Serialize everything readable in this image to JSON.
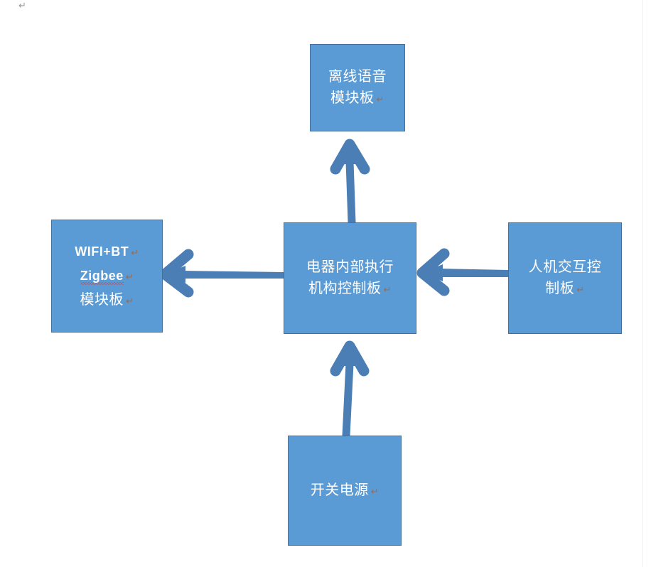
{
  "document": {
    "stray_paragraph_mark": "↵",
    "paragraph_mark": "↵"
  },
  "diagram": {
    "title": "",
    "type": "block-diagram",
    "colors": {
      "node_fill": "#5B9BD5",
      "node_border": "#41719C",
      "node_text": "#FFFFFF",
      "arrow": "#4A7EB5",
      "spellcheck_underline": "#E83030",
      "pilcrow": "#9C6B4E",
      "background": "#FFFFFF"
    },
    "nodes": [
      {
        "id": "voice",
        "label": "离线语音\n模块板",
        "lines": [
          "离线语音",
          "模块板"
        ],
        "mark": "↵",
        "position": "top"
      },
      {
        "id": "wireless",
        "lines": [
          "WIFI+BT",
          "Zigbee",
          "模块板"
        ],
        "line_marks": [
          "↵",
          "↵",
          "↵"
        ],
        "spellcheck_flagged": "Zigbee",
        "position": "left"
      },
      {
        "id": "core",
        "label": "电器内部执行\n机构控制板",
        "lines": [
          "电器内部执行",
          "机构控制板"
        ],
        "mark": "↵",
        "position": "center"
      },
      {
        "id": "hmi",
        "label": "人机交互控\n制板",
        "lines": [
          "人机交互控",
          "制板"
        ],
        "mark": "↵",
        "position": "right"
      },
      {
        "id": "power",
        "label": "开关电源",
        "lines": [
          "开关电源"
        ],
        "mark": "↵",
        "position": "bottom"
      }
    ],
    "connections": [
      {
        "id": "core-to-voice",
        "from": "core",
        "to": "voice",
        "direction": "up"
      },
      {
        "id": "core-to-wireless",
        "from": "core",
        "to": "wireless",
        "direction": "left"
      },
      {
        "id": "hmi-to-core",
        "from": "hmi",
        "to": "core",
        "direction": "left"
      },
      {
        "id": "power-to-core",
        "from": "power",
        "to": "core",
        "direction": "up"
      }
    ]
  }
}
